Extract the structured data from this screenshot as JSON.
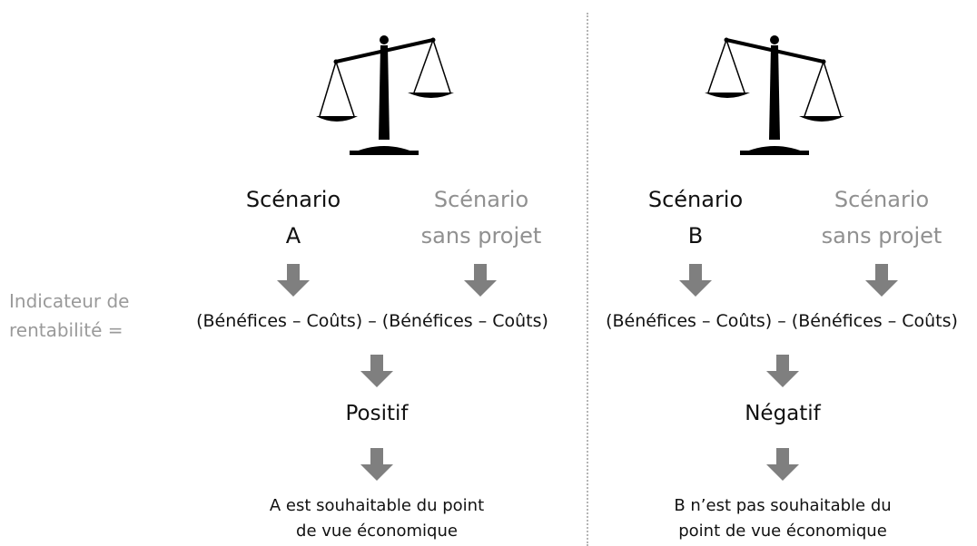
{
  "left_panel": {
    "scenario_label": "Scénario",
    "scenario_letter": "A",
    "baseline_line1": "Scénario",
    "baseline_line2": "sans projet",
    "formula": "(Bénéfices – Coûts) – (Bénéfices – Coûts)",
    "result": "Positif",
    "conclusion_line1": "A est souhaitable du point",
    "conclusion_line2": "de vue économique",
    "scale_icon": "balance-scale-tilted-left-up"
  },
  "right_panel": {
    "scenario_label": "Scénario",
    "scenario_letter": "B",
    "baseline_line1": "Scénario",
    "baseline_line2": "sans projet",
    "formula": "(Bénéfices – Coûts) – (Bénéfices – Coûts)",
    "result": "Négatif",
    "conclusion_line1": "B n’est pas souhaitable du",
    "conclusion_line2": "point de vue économique",
    "scale_icon": "balance-scale-tilted-right-up"
  },
  "indicator_label_line1": "Indicateur de",
  "indicator_label_line2": "rentabilité =",
  "colors": {
    "primary_text": "#111111",
    "secondary_text": "#909090",
    "arrow": "#7f7f7f",
    "divider": "#b5b5b5"
  }
}
